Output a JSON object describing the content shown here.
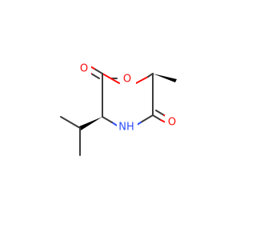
{
  "molecule": {
    "atoms": {
      "ring_oxygen": "O",
      "carbonyl_oxygen_left": "O",
      "carbonyl_oxygen_right": "O",
      "amide_nitrogen": "NH"
    }
  },
  "colors": {
    "bond": "#3c3c3c",
    "oxygen": "#ff0d0d",
    "nitrogen": "#3050f8",
    "wedge": "#000000",
    "background": "#ffffff"
  }
}
